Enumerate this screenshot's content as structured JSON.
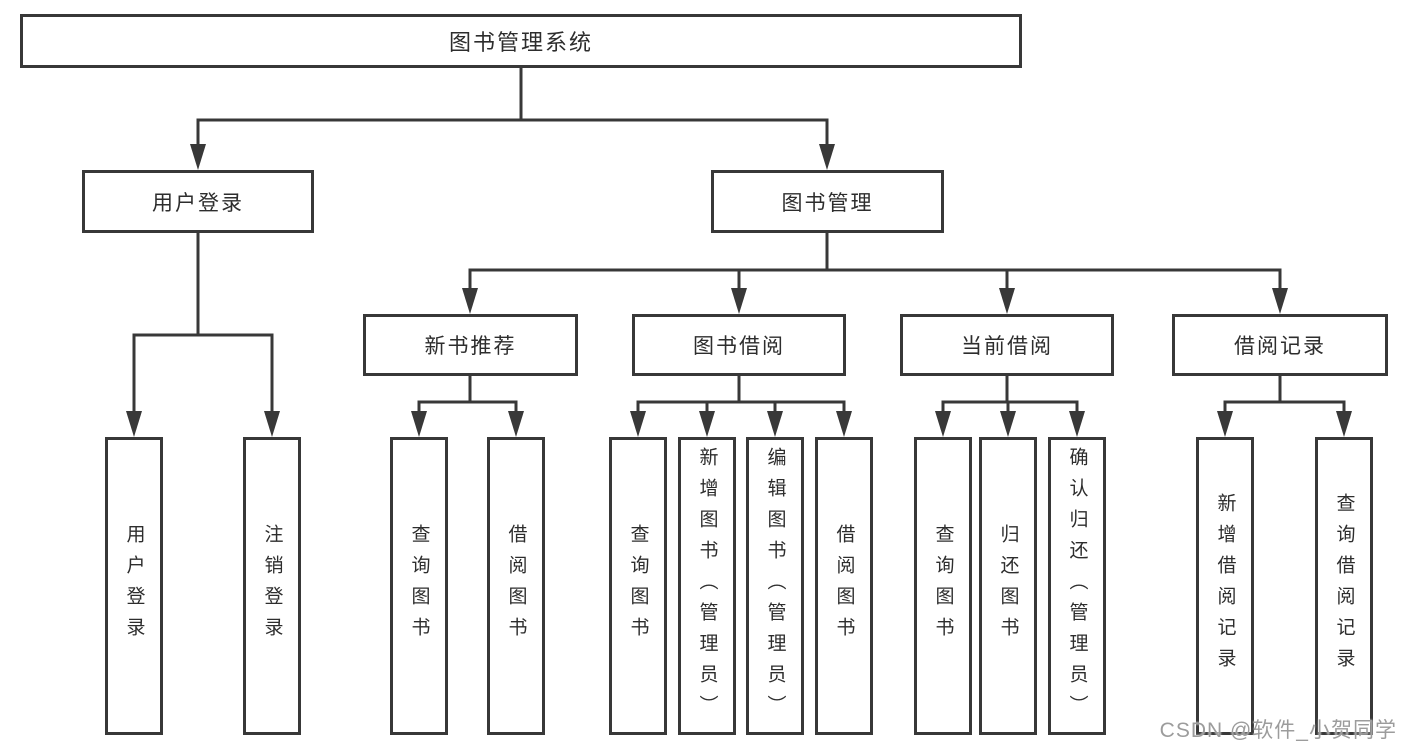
{
  "diagram": {
    "tree": {
      "label": "图书管理系统",
      "children": [
        {
          "label": "用户登录",
          "children": [
            {
              "label": "用户登录"
            },
            {
              "label": "注销登录"
            }
          ]
        },
        {
          "label": "图书管理",
          "children": [
            {
              "label": "新书推荐",
              "children": [
                {
                  "label": "查询图书"
                },
                {
                  "label": "借阅图书"
                }
              ]
            },
            {
              "label": "图书借阅",
              "children": [
                {
                  "label": "查询图书"
                },
                {
                  "label": "新增图书（管理员）"
                },
                {
                  "label": "编辑图书（管理员）"
                },
                {
                  "label": "借阅图书"
                }
              ]
            },
            {
              "label": "当前借阅",
              "children": [
                {
                  "label": "查询图书"
                },
                {
                  "label": "归还图书"
                },
                {
                  "label": "确认归还（管理员）"
                }
              ]
            },
            {
              "label": "借阅记录",
              "children": [
                {
                  "label": "新增借阅记录"
                },
                {
                  "label": "查询借阅记录"
                }
              ]
            }
          ]
        }
      ]
    },
    "colors": {
      "line": "#383838",
      "text": "#2d2d2d",
      "background": "#ffffff",
      "watermark_gray": "#9c9c9c"
    }
  },
  "watermark": {
    "text": "CSDN @软件_小贺同学"
  }
}
